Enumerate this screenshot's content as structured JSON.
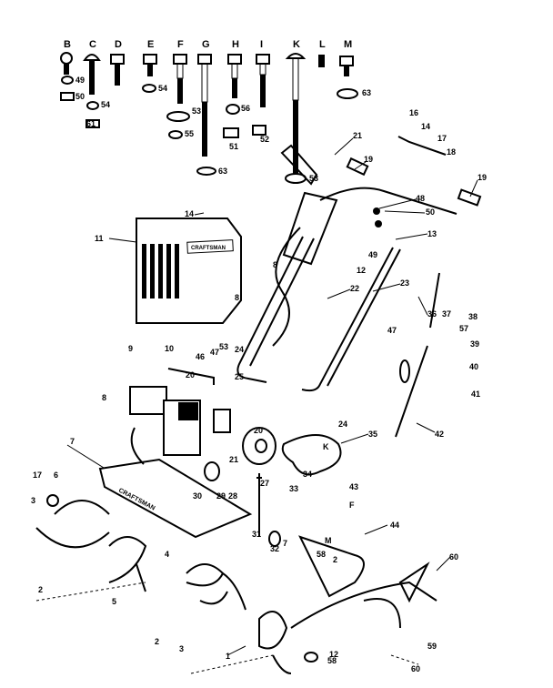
{
  "diagram": {
    "hardware_letters": [
      "B",
      "C",
      "D",
      "E",
      "F",
      "G",
      "H",
      "I",
      "K",
      "L",
      "M"
    ],
    "hardware_numbers": [
      "49",
      "50",
      "54",
      "61",
      "54",
      "53",
      "56",
      "55",
      "51",
      "52",
      "63",
      "53",
      "63"
    ],
    "handle_labels": [
      "21",
      "19",
      "16",
      "14",
      "17",
      "18",
      "19",
      "48",
      "50",
      "13",
      "49",
      "12",
      "22",
      "23",
      "14",
      "11",
      "8",
      "8",
      "36",
      "37",
      "38",
      "57",
      "39",
      "47",
      "40",
      "41",
      "42",
      "35"
    ],
    "engine_labels": [
      "9",
      "10",
      "46",
      "47",
      "53",
      "24",
      "20",
      "8",
      "25",
      "20",
      "24",
      "K",
      "21",
      "27",
      "34",
      "33",
      "43",
      "F",
      "7",
      "17",
      "6",
      "3",
      "30",
      "29",
      "28",
      "31",
      "32",
      "7",
      "44",
      "58",
      "4",
      "2",
      "5",
      "60",
      "1",
      "2",
      "3",
      "59",
      "58",
      "60",
      "12",
      "2",
      "M"
    ],
    "chute_decal": "CRAFTSMAN",
    "shield_decal": "CRAFTSMAN"
  }
}
